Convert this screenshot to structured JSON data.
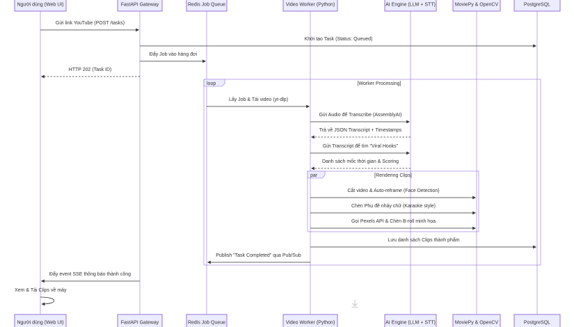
{
  "actors": [
    "Người dùng (Web UI)",
    "FastAPI Gateway",
    "Redis Job Queue",
    "Video Worker (Python)",
    "AI Engine (LLM + STT)",
    "MoviePy & OpenCV",
    "PostgreSQL"
  ],
  "messages": [
    {
      "text": "Gửi link YouTube (POST /tasks)",
      "from": 0,
      "to": 1,
      "dashed": false
    },
    {
      "text": "Khởi tạo Task (Status: Queued)",
      "from": 1,
      "to": 6,
      "dashed": false
    },
    {
      "text": "Đẩy Job vào hàng đợi",
      "from": 1,
      "to": 2,
      "dashed": false
    },
    {
      "text": "HTTP 202 (Task ID)",
      "from": 1,
      "to": 0,
      "dashed": true
    },
    {
      "text": "Lấy Job & Tải video (yt-dlp)",
      "from": 2,
      "to": 3,
      "dashed": false
    },
    {
      "text": "Gửi Audio để Transcribe (AssemblyAI)",
      "from": 3,
      "to": 4,
      "dashed": false
    },
    {
      "text": "Trả về JSON Transcript + Timestamps",
      "from": 4,
      "to": 3,
      "dashed": true
    },
    {
      "text": "Gửi Transcript để tìm \"Viral Hooks\"",
      "from": 3,
      "to": 4,
      "dashed": false
    },
    {
      "text": "Danh sách mốc thời gian & Scoring",
      "from": 4,
      "to": 3,
      "dashed": true
    },
    {
      "text": "Cắt video & Auto-reframe (Face Detection)",
      "from": 3,
      "to": 5,
      "dashed": false
    },
    {
      "text": "Chèn Phụ đề nhảy chữ (Karaoke style)",
      "from": 3,
      "to": 5,
      "dashed": false
    },
    {
      "text": "Gọi Pexels API & Chèn B-roll minh họa",
      "from": 3,
      "to": 5,
      "dashed": false
    },
    {
      "text": "Lưu danh sách Clips thành phẩm",
      "from": 3,
      "to": 6,
      "dashed": false
    },
    {
      "text": "Publish \"Task Completed\" qua Pub/Sub",
      "from": 3,
      "to": 2,
      "dashed": false
    },
    {
      "text": "Đẩy event SSE thông báo thành công",
      "from": 1,
      "to": 0,
      "dashed": false
    },
    {
      "text": "Xem & Tải Clips về máy",
      "from": 0,
      "to": 0,
      "dashed": false
    }
  ],
  "frames": [
    {
      "label": "loop",
      "title": "[Worker Processing]"
    },
    {
      "label": "par",
      "title": "[Rendering Clips]"
    }
  ],
  "icons": {
    "download": "download-icon"
  },
  "colors": {
    "actor_fill": "#ECECFF",
    "actor_border": "#9370DB",
    "line": "#333333"
  }
}
